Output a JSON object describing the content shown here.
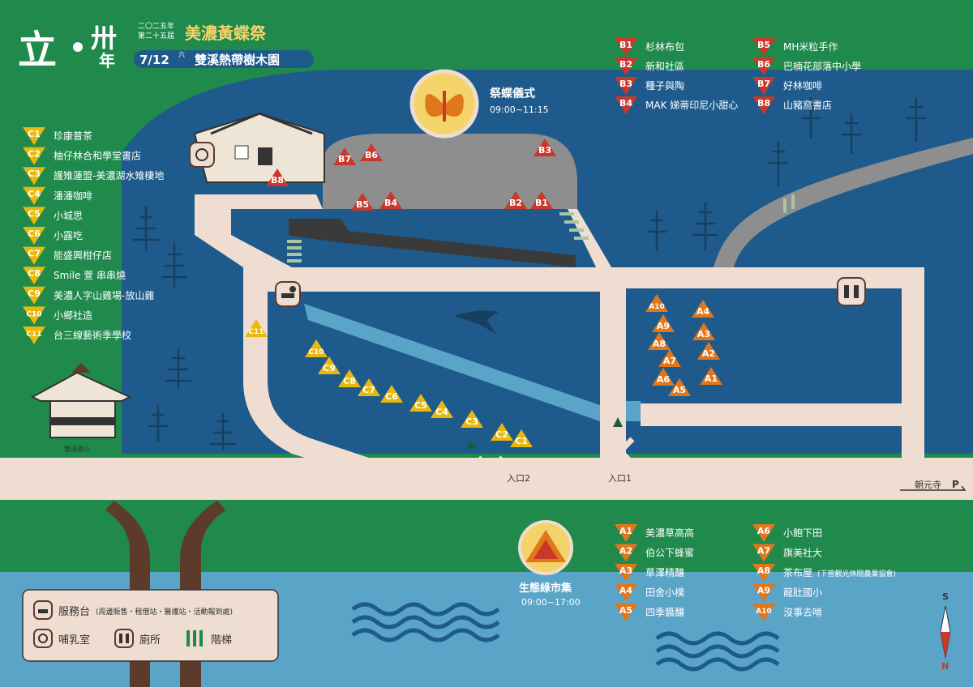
{
  "header": {
    "logo_big_1": "立",
    "logo_big_2": "卅",
    "logo_big_3": "年",
    "edition_line1": "二〇二五年",
    "edition_line2": "第二十五屆",
    "festival_name": "美濃黃蝶祭",
    "date": "7/12",
    "weekday": "六",
    "venue": "雙溪熱帶樹木園"
  },
  "ceremony": {
    "title": "祭蝶儀式",
    "time": "09:00~11:15"
  },
  "market": {
    "title": "生態綠市集",
    "time": "09:00~17:00"
  },
  "entrances": {
    "entrance1": "入口1",
    "entrance2": "入口2"
  },
  "parking": {
    "label": "朝元寺",
    "symbol": "P"
  },
  "compass": {
    "south": "S",
    "north": "N"
  },
  "school_caption": "雙溪國小",
  "legend": {
    "service_label": "服務台",
    "service_note": "(周邊販售・租借站・醫護站・活動報到處)",
    "nursing_label": "哺乳室",
    "toilet_label": "廁所",
    "stairs_label": "階梯"
  },
  "colors": {
    "green": "#1f8a4c",
    "river": "#1e5b8c",
    "road": "#efddd1",
    "c_zone": "#e8b80c",
    "b_zone": "#c9382a",
    "a_zone": "#e0771a",
    "sky": "#5aa4c8"
  },
  "zones": {
    "C": [
      {
        "code": "C1",
        "name": "珍康普茶"
      },
      {
        "code": "C2",
        "name": "柚仔林合和學堂書店"
      },
      {
        "code": "C3",
        "name": "護雉蓮盟-美濃湖水雉棲地"
      },
      {
        "code": "C4",
        "name": "潘潘咖啡"
      },
      {
        "code": "C5",
        "name": "小城思"
      },
      {
        "code": "C6",
        "name": "小露吃"
      },
      {
        "code": "C7",
        "name": "能盛興柑仔店"
      },
      {
        "code": "C8",
        "name": "Smile 萱 串串燒"
      },
      {
        "code": "C9",
        "name": "美濃人字山雞場-放山雞"
      },
      {
        "code": "C10",
        "name": "小鄉社造"
      },
      {
        "code": "C11",
        "name": "台三線藝術季學校"
      }
    ],
    "B": [
      {
        "code": "B1",
        "name": "杉林布包"
      },
      {
        "code": "B2",
        "name": "新和社區"
      },
      {
        "code": "B3",
        "name": "種子與陶"
      },
      {
        "code": "B4",
        "name": "MAK 娣蒂印尼小甜心"
      },
      {
        "code": "B5",
        "name": "MH米粒手作"
      },
      {
        "code": "B6",
        "name": "巴楠花部落中小學"
      },
      {
        "code": "B7",
        "name": "好林咖啡"
      },
      {
        "code": "B8",
        "name": "山豬窩書店"
      }
    ],
    "A": [
      {
        "code": "A1",
        "name": "美濃草高高"
      },
      {
        "code": "A2",
        "name": "伯公下蜂蜜"
      },
      {
        "code": "A3",
        "name": "草澤精釀"
      },
      {
        "code": "A4",
        "name": "田舍小樸"
      },
      {
        "code": "A5",
        "name": "四季醬釀"
      },
      {
        "code": "A6",
        "name": "小飽下田"
      },
      {
        "code": "A7",
        "name": "旗美社大"
      },
      {
        "code": "A8",
        "name": "茶布屋",
        "note": "(下營觀光休閒農業協會)"
      },
      {
        "code": "A9",
        "name": "龍肚國小"
      },
      {
        "code": "A10",
        "name": "沒事去啃"
      }
    ]
  }
}
